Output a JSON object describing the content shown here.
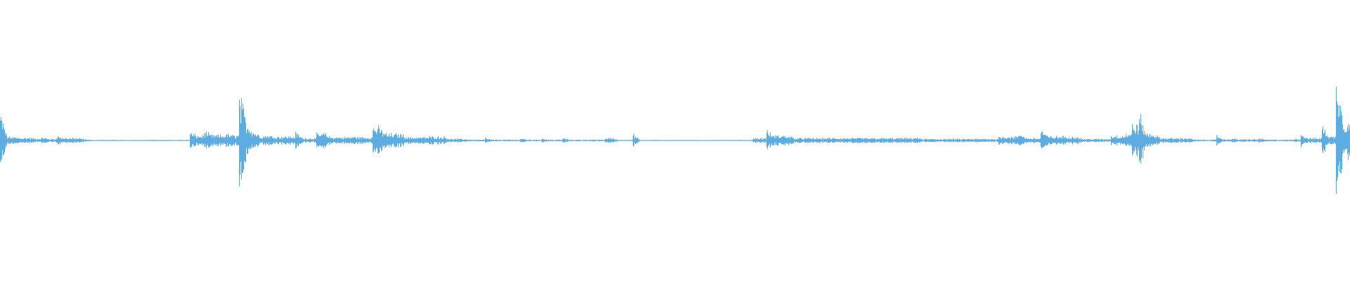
{
  "chart_data": {
    "type": "area",
    "description_kind": "audio-waveform",
    "color": "#5dade2",
    "grid": false,
    "legend": "none",
    "ylim": [
      -1,
      1
    ],
    "values": [
      0.2,
      0.03,
      0.025,
      0.02,
      0.02,
      0.015,
      0.025,
      0.012,
      0.037,
      0.018,
      0.018,
      0.018,
      0.01,
      0.004,
      0.004,
      0.004,
      0.004,
      0.004,
      0.004,
      0.004,
      0.004,
      0.004,
      0.004,
      0.004,
      0.004,
      0.004,
      0.004,
      0.06,
      0.037,
      0.07,
      0.04,
      0.04,
      0.05,
      0.04,
      0.34,
      0.15,
      0.07,
      0.037,
      0.04,
      0.03,
      0.03,
      0.03,
      0.06,
      0.018,
      0.018,
      0.05,
      0.06,
      0.025,
      0.025,
      0.025,
      0.03,
      0.025,
      0.025,
      0.11,
      0.09,
      0.05,
      0.05,
      0.05,
      0.025,
      0.025,
      0.025,
      0.03,
      0.03,
      0.03,
      0.012,
      0.012,
      0.012,
      0.006,
      0.006,
      0.018,
      0.006,
      0.006,
      0.006,
      0.006,
      0.018,
      0.006,
      0.006,
      0.018,
      0.006,
      0.006,
      0.018,
      0.006,
      0.006,
      0.006,
      0.006,
      0.006,
      0.018,
      0.018,
      0.004,
      0.004,
      0.05,
      0.003,
      0.003,
      0.003,
      0.003,
      0.003,
      0.003,
      0.003,
      0.003,
      0.003,
      0.003,
      0.003,
      0.003,
      0.003,
      0.003,
      0.003,
      0.003,
      0.018,
      0.018,
      0.07,
      0.037,
      0.037,
      0.037,
      0.018,
      0.018,
      0.018,
      0.018,
      0.018,
      0.018,
      0.018,
      0.018,
      0.018,
      0.018,
      0.018,
      0.018,
      0.018,
      0.018,
      0.018,
      0.018,
      0.018,
      0.025,
      0.012,
      0.012,
      0.012,
      0.012,
      0.012,
      0.012,
      0.012,
      0.012,
      0.012,
      0.012,
      0.012,
      0.03,
      0.03,
      0.03,
      0.055,
      0.018,
      0.018,
      0.085,
      0.03,
      0.03,
      0.03,
      0.03,
      0.03,
      0.012,
      0.012,
      0.012,
      0.012,
      0.037,
      0.037,
      0.05,
      0.12,
      0.2,
      0.05,
      0.05,
      0.018,
      0.018,
      0.018,
      0.018,
      0.018,
      0.006,
      0.006,
      0.006,
      0.04,
      0.009,
      0.018,
      0.009,
      0.009,
      0.009,
      0.018,
      0.006,
      0.006,
      0.006,
      0.006,
      0.012,
      0.05,
      0.018,
      0.018,
      0.12,
      0.03,
      0.63,
      0.15
    ]
  }
}
